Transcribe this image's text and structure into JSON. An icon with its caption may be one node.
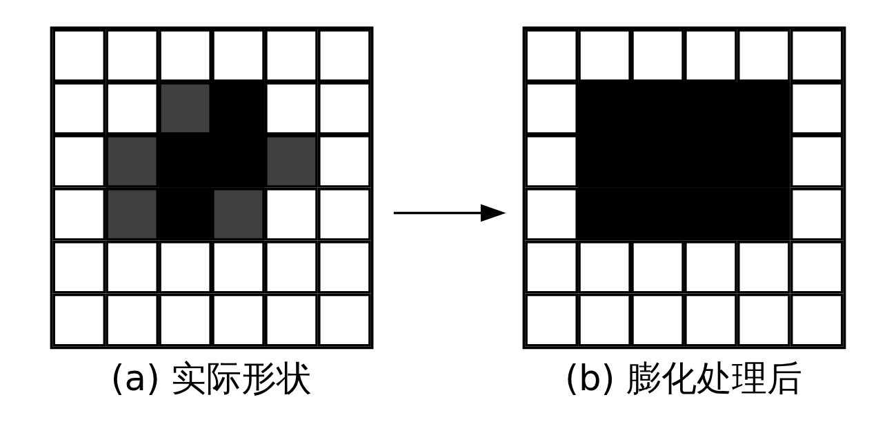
{
  "diagram": {
    "nodes": [
      {
        "text": [],
        "shape": "picture",
        "beside": [
          "(a) 实际形状"
        ]
      },
      {
        "text": [],
        "shape": "picture",
        "beside": [
          "(b) 膨化处理后"
        ]
      }
    ],
    "edges": [
      {
        "from": 0,
        "to": 1,
        "arrow": "to"
      }
    ]
  }
}
